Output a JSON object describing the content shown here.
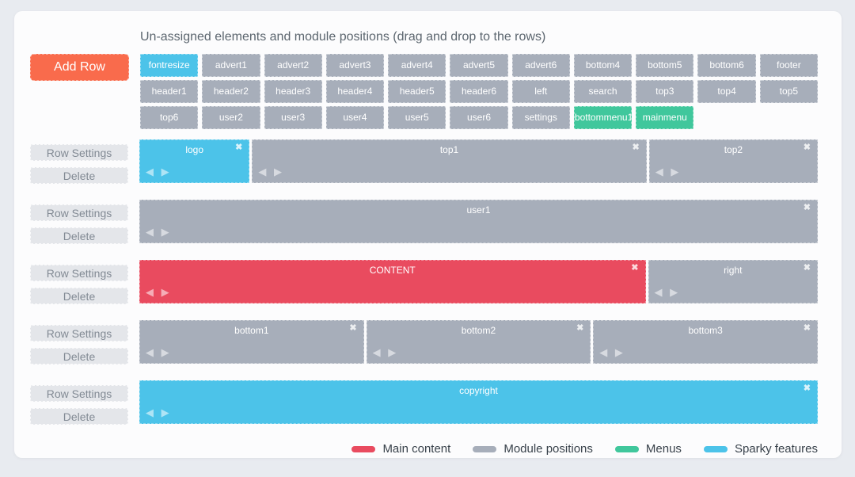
{
  "heading": "Un-assigned elements and module positions (drag and drop to the rows)",
  "buttons": {
    "add_row": "Add Row",
    "row_settings": "Row Settings",
    "delete": "Delete"
  },
  "icons": {
    "close": "✖",
    "move_left": "◀",
    "move_right": "▶"
  },
  "colors": {
    "content": "#e94b5f",
    "module": "#a7aeba",
    "menu": "#40c79c",
    "sparky": "#4cc3e9",
    "accent": "#f96b4c"
  },
  "unassigned": {
    "tiles": [
      {
        "label": "fontresize",
        "type": "sparky"
      },
      {
        "label": "advert1",
        "type": "module"
      },
      {
        "label": "advert2",
        "type": "module"
      },
      {
        "label": "advert3",
        "type": "module"
      },
      {
        "label": "advert4",
        "type": "module"
      },
      {
        "label": "advert5",
        "type": "module"
      },
      {
        "label": "advert6",
        "type": "module"
      },
      {
        "label": "bottom4",
        "type": "module"
      },
      {
        "label": "bottom5",
        "type": "module"
      },
      {
        "label": "bottom6",
        "type": "module"
      },
      {
        "label": "footer",
        "type": "module"
      },
      {
        "label": "header1",
        "type": "module"
      },
      {
        "label": "header2",
        "type": "module"
      },
      {
        "label": "header3",
        "type": "module"
      },
      {
        "label": "header4",
        "type": "module"
      },
      {
        "label": "header5",
        "type": "module"
      },
      {
        "label": "header6",
        "type": "module"
      },
      {
        "label": "left",
        "type": "module"
      },
      {
        "label": "search",
        "type": "module"
      },
      {
        "label": "top3",
        "type": "module"
      },
      {
        "label": "top4",
        "type": "module"
      },
      {
        "label": "top5",
        "type": "module"
      },
      {
        "label": "top6",
        "type": "module"
      },
      {
        "label": "user2",
        "type": "module"
      },
      {
        "label": "user3",
        "type": "module"
      },
      {
        "label": "user4",
        "type": "module"
      },
      {
        "label": "user5",
        "type": "module"
      },
      {
        "label": "user6",
        "type": "module"
      },
      {
        "label": "settings",
        "type": "module"
      },
      {
        "label": "bottommenu1",
        "type": "menu"
      },
      {
        "label": "mainmenu",
        "type": "menu"
      }
    ]
  },
  "rows": [
    {
      "blocks": [
        {
          "label": "logo",
          "type": "sparky",
          "width": 16.25
        },
        {
          "label": "top1",
          "type": "module",
          "width": 58.75
        },
        {
          "label": "top2",
          "type": "module",
          "width": 25
        }
      ]
    },
    {
      "blocks": [
        {
          "label": "user1",
          "type": "module",
          "width": 100
        }
      ]
    },
    {
      "blocks": [
        {
          "label": "CONTENT",
          "type": "content",
          "width": 75
        },
        {
          "label": "right",
          "type": "module",
          "width": 25
        }
      ]
    },
    {
      "blocks": [
        {
          "label": "bottom1",
          "type": "module",
          "width": 33.33
        },
        {
          "label": "bottom2",
          "type": "module",
          "width": 33.33
        },
        {
          "label": "bottom3",
          "type": "module",
          "width": 33.34
        }
      ]
    },
    {
      "blocks": [
        {
          "label": "copyright",
          "type": "sparky",
          "width": 100
        }
      ]
    }
  ],
  "legend": {
    "items": [
      {
        "label": "Main content",
        "type": "content"
      },
      {
        "label": "Module positions",
        "type": "module"
      },
      {
        "label": "Menus",
        "type": "menu"
      },
      {
        "label": "Sparky features",
        "type": "sparky"
      }
    ]
  }
}
